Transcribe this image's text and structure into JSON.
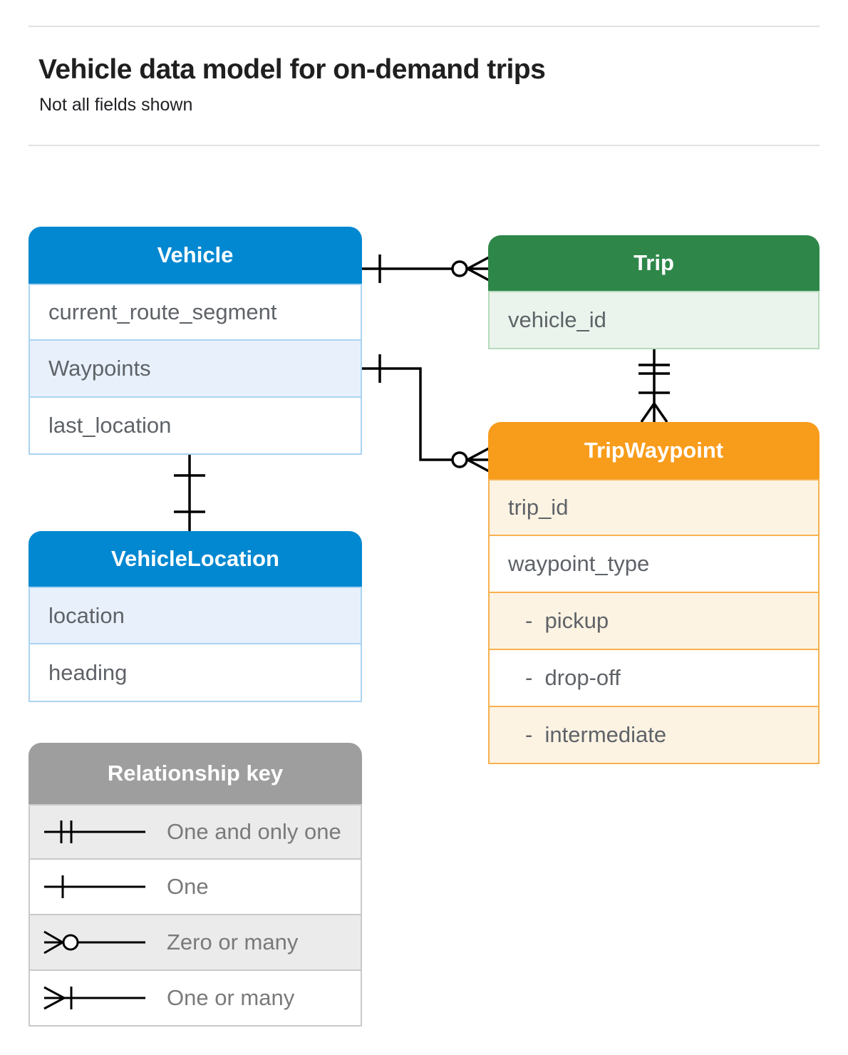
{
  "header": {
    "title": "Vehicle data model for on-demand trips",
    "subtitle": "Not all fields shown"
  },
  "entities": {
    "vehicle": {
      "title": "Vehicle",
      "header_color": "#0288d1",
      "tint_color": "#e8f1fb",
      "border_color": "#abd4f2",
      "fields": [
        {
          "label": "current_route_segment"
        },
        {
          "label": "Waypoints"
        },
        {
          "label": "last_location"
        }
      ]
    },
    "trip": {
      "title": "Trip",
      "header_color": "#2e8749",
      "tint_color": "#eaf4ec",
      "border_color": "#b5dabc",
      "fields": [
        {
          "label": "vehicle_id"
        }
      ]
    },
    "trip_waypoint": {
      "title": "TripWaypoint",
      "header_color": "#f89c1b",
      "tint_color": "#fdf3e3",
      "border_color": "#f8b14e",
      "fields": [
        {
          "label": "trip_id"
        },
        {
          "label": "waypoint_type"
        },
        {
          "label": "-  pickup"
        },
        {
          "label": "-  drop-off"
        },
        {
          "label": "-  intermediate"
        }
      ]
    },
    "vehicle_location": {
      "title": "VehicleLocation",
      "header_color": "#0288d1",
      "tint_color": "#e8f1fb",
      "border_color": "#abd4f2",
      "fields": [
        {
          "label": "location"
        },
        {
          "label": "heading"
        }
      ]
    }
  },
  "relationships": [
    {
      "from": "Vehicle",
      "to": "Trip",
      "from_cardinality": "one",
      "to_cardinality": "zero-or-many"
    },
    {
      "from": "Vehicle.Waypoints",
      "to": "TripWaypoint",
      "from_cardinality": "one",
      "to_cardinality": "zero-or-many"
    },
    {
      "from": "Trip",
      "to": "TripWaypoint",
      "from_cardinality": "one-and-only-one",
      "to_cardinality": "one-or-many"
    },
    {
      "from": "Vehicle",
      "to": "VehicleLocation",
      "from_cardinality": "one",
      "to_cardinality": "one"
    }
  ],
  "key": {
    "title": "Relationship key",
    "items": [
      {
        "symbol": "one-and-only-one",
        "label": "One and only one"
      },
      {
        "symbol": "one",
        "label": "One"
      },
      {
        "symbol": "zero-or-many",
        "label": "Zero or many"
      },
      {
        "symbol": "one-or-many",
        "label": "One or many"
      }
    ]
  },
  "colors": {
    "line": "#000000",
    "divider": "#e2e2e2",
    "key_header": "#9e9e9e",
    "key_tint": "#ebebeb",
    "field_text": "#5f6368",
    "title_text": "#1f1f1f"
  }
}
